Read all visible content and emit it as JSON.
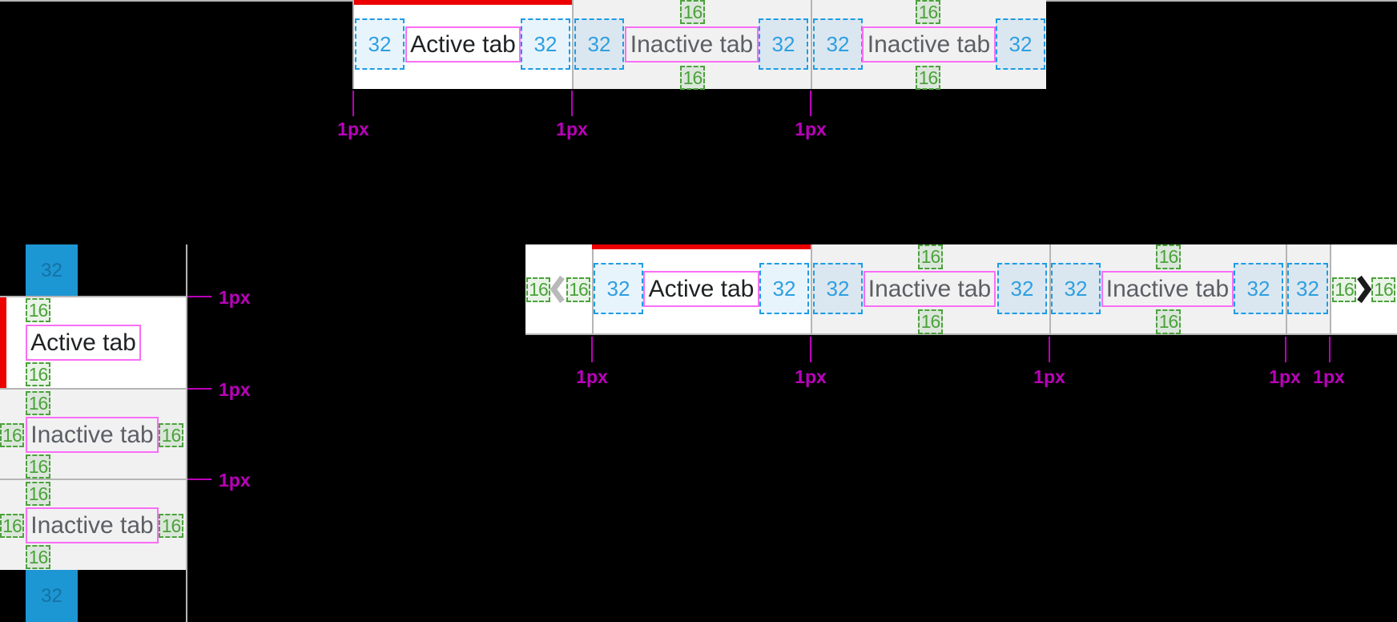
{
  "measurements": {
    "padding_horizontal": "32",
    "spacing_vertical": "16",
    "border_width": "1px"
  },
  "colors": {
    "background": "#000000",
    "tab_active_bg": "#ffffff",
    "tab_inactive_bg": "#f1f1f2",
    "accent_red": "#ed0000",
    "divider_gray": "#b5b5b5",
    "annotation_blue": "#1e9ce4",
    "annotation_green": "#4ca23c",
    "annotation_pink": "#f96ef5",
    "callout_magenta": "#bb00bb",
    "solid_blue_square": "#1d96d4",
    "text_active": "#1f2123",
    "text_inactive": "#5c5f63"
  },
  "top_tab_bar": {
    "tabs": [
      {
        "label": "Active tab",
        "state": "active"
      },
      {
        "label": "Inactive tab",
        "state": "inactive"
      },
      {
        "label": "Inactive tab",
        "state": "inactive"
      }
    ]
  },
  "vertical_tab_list": {
    "tabs": [
      {
        "label": "Active tab",
        "state": "active"
      },
      {
        "label": "Inactive tab",
        "state": "inactive"
      },
      {
        "label": "Inactive tab",
        "state": "inactive"
      }
    ]
  },
  "scrollable_tab_bar": {
    "tabs": [
      {
        "label": "Active tab",
        "state": "active"
      },
      {
        "label": "Inactive tab",
        "state": "inactive"
      },
      {
        "label": "Inactive tab",
        "state": "inactive"
      }
    ],
    "scroll_left_icon": "chevron-left",
    "scroll_right_icon": "chevron-right"
  }
}
